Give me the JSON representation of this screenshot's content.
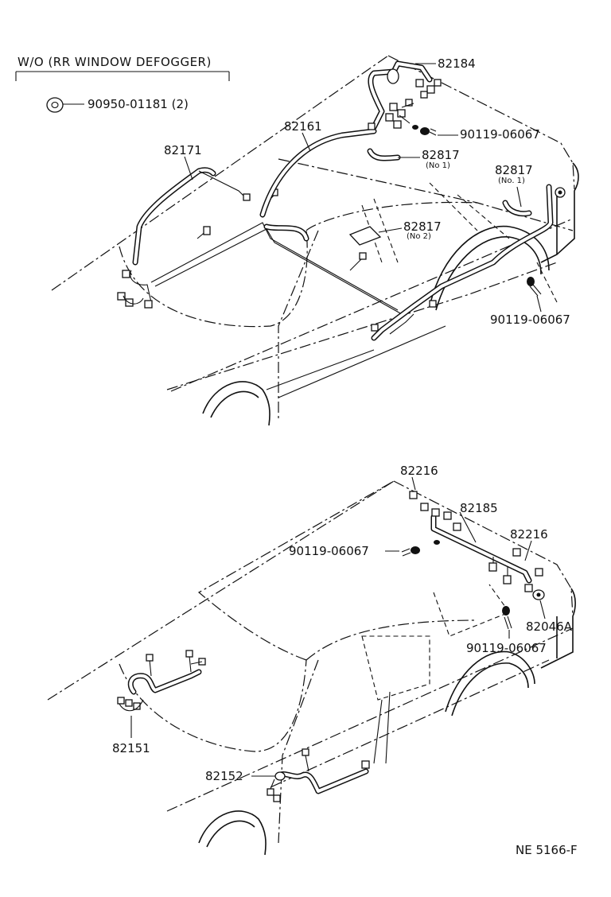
{
  "header": {
    "variant_note": "W/O (RR WINDOW DEFOGGER)"
  },
  "top_diagram": {
    "labels": {
      "grommet_part": "90950-01181 (2)",
      "harness_82184": "82184",
      "harness_82161": "82161",
      "harness_82171": "82171",
      "screw_upper": "90119-06067",
      "clamp_a": "82817",
      "clamp_a_note": "(No 1)",
      "clamp_b": "82817",
      "clamp_b_note": "(No. 1)",
      "clamp_c": "82817",
      "clamp_c_note": "(No 2)",
      "screw_lower": "90119-06067"
    }
  },
  "bottom_diagram": {
    "labels": {
      "harness_82216_a": "82216",
      "harness_82185": "82185",
      "harness_82216_b": "82216",
      "screw_left": "90119-06067",
      "harness_82046a": "82046A",
      "screw_right": "90119-06067",
      "harness_82151": "82151",
      "harness_82152": "82152"
    }
  },
  "footer": {
    "figure_code": "NE 5166-F"
  }
}
